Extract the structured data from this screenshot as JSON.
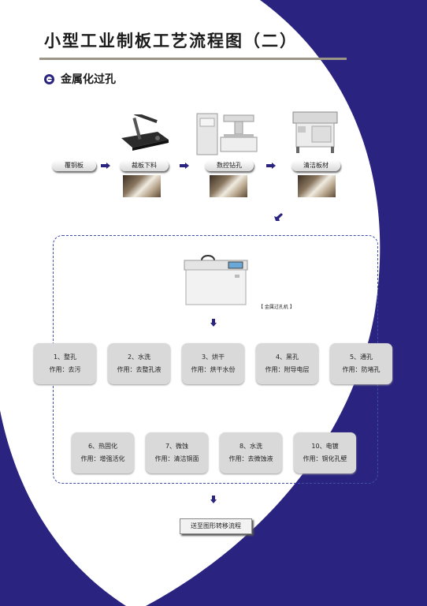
{
  "colors": {
    "accent": "#2a2380",
    "rule": "#9c9688",
    "step_bg": "#d9d9d9"
  },
  "title": "小型工业制板工艺流程图（二）",
  "section": {
    "icon": "circle-arrow-icon",
    "label": "金属化过孔"
  },
  "flow_top": [
    {
      "label": "覆铜板"
    },
    {
      "label": "裁板下料",
      "image": "plate-cutter-machine"
    },
    {
      "label": "数控钻孔",
      "image": "cnc-drill-machine"
    },
    {
      "label": "清洁板材",
      "image": "board-cleaning-machine"
    }
  ],
  "machine_caption": "【 金属过孔机 】",
  "steps": [
    {
      "title": "1、整孔",
      "func": "作用：去污"
    },
    {
      "title": "2、水洗",
      "func": "作用：去整孔液"
    },
    {
      "title": "3、烘干",
      "func": "作用：烘干水份"
    },
    {
      "title": "4、黑孔",
      "func": "作用：附导电层"
    },
    {
      "title": "5、通孔",
      "func": "作用：防堵孔"
    },
    {
      "title": "6、热固化",
      "func": "作用：增强活化"
    },
    {
      "title": "7、微蚀",
      "func": "作用：清洁铜面"
    },
    {
      "title": "8、水洗",
      "func": "作用：去微蚀液"
    },
    {
      "title": "10、电镀",
      "func": "作用：铜化孔壁"
    }
  ],
  "next_step": "送至图形转移流程"
}
